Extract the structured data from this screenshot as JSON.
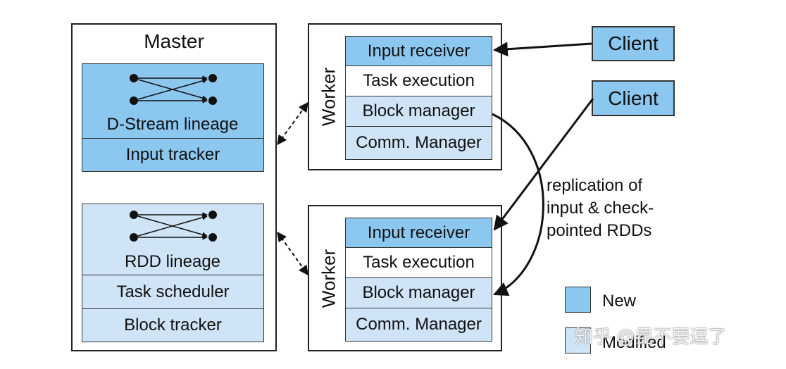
{
  "master": {
    "title": "Master",
    "dstream_lineage": "D-Stream lineage",
    "input_tracker": "Input tracker",
    "rdd_lineage": "RDD lineage",
    "task_scheduler": "Task scheduler",
    "block_tracker": "Block tracker"
  },
  "workers": [
    {
      "label": "Worker",
      "modules": [
        "Input receiver",
        "Task execution",
        "Block manager",
        "Comm. Manager"
      ]
    },
    {
      "label": "Worker",
      "modules": [
        "Input receiver",
        "Task execution",
        "Block manager",
        "Comm. Manager"
      ]
    }
  ],
  "clients": [
    "Client",
    "Client"
  ],
  "replication_note": [
    "replication of",
    "input & check-",
    "pointed RDDs"
  ],
  "legend": {
    "new": "New",
    "modified": "Modified"
  },
  "watermark": "知乎 @昆不要逗了",
  "colors": {
    "new": "#8cc7f0",
    "modified": "#cfe4f7",
    "border": "#222222"
  }
}
